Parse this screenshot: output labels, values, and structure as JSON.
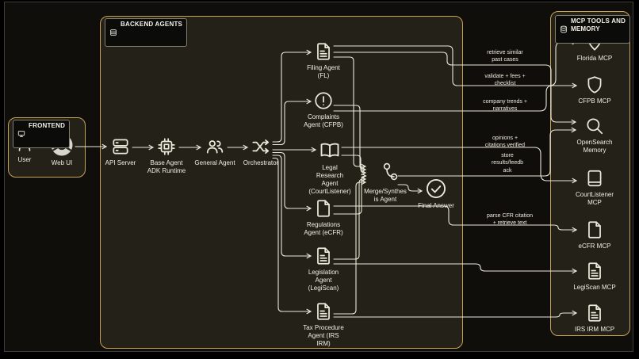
{
  "colors": {
    "canvas_bg": "#0f0e0b",
    "panel_bg": "#232118",
    "panel_border": "#c9a25a",
    "line": "#ece8da",
    "text": "#f2eee2",
    "chip_bg": "#0b0b09"
  },
  "frontend": {
    "title": "FRONTEND",
    "user": {
      "label": "User"
    },
    "webui": {
      "label": "Web UI"
    }
  },
  "backend": {
    "title": "BACKEND AGENTS",
    "pipeline": [
      {
        "label": "API Server"
      },
      {
        "label": "Base Agent\nADK Runtime"
      },
      {
        "label": "General Agent"
      },
      {
        "label": "Orchestrator"
      }
    ],
    "agents": [
      {
        "label": "Filing Agent\n(FL)"
      },
      {
        "label": "Complaints\nAgent (CFPB)"
      },
      {
        "label": "Legal\nResearch\nAgent\n(CourtListener)"
      },
      {
        "label": "Regulations\nAgent (eCFR)"
      },
      {
        "label": "Legislation\nAgent\n(LegiScan)"
      },
      {
        "label": "Tax Procedure\nAgent (IRS\nIRM)"
      }
    ],
    "merge": {
      "label": "Merge/Synthes\nis Agent"
    },
    "final": {
      "label": "Final Answer"
    }
  },
  "mcp": {
    "title": "MCP TOOLS AND\nMEMORY",
    "tools": [
      {
        "label": "Florida MCP"
      },
      {
        "label": "CFPB MCP"
      },
      {
        "label": "OpenSearch\nMemory"
      },
      {
        "label": "CourtListener\nMCP"
      },
      {
        "label": "eCFR MCP"
      },
      {
        "label": "LegiScan MCP"
      },
      {
        "label": "IRS IRM MCP"
      }
    ]
  },
  "edge_labels": [
    {
      "text": "retrieve similar\npast cases"
    },
    {
      "text": "validate + fees +\nchecklist"
    },
    {
      "text": "company trends +\nnarratives"
    },
    {
      "text": "opinions +\ncitations verified"
    },
    {
      "text": "store\nresults/feedb\nack"
    },
    {
      "text": "parse CFR citation\n+ retrieve text"
    }
  ]
}
